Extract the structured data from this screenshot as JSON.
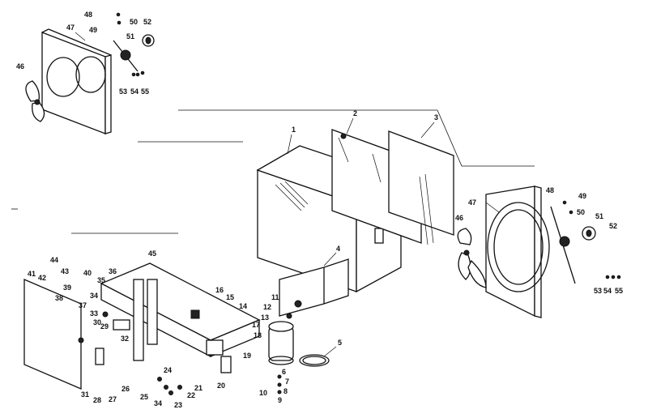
{
  "diagram": {
    "part_labels": [
      {
        "id": "p1",
        "text": "1"
      },
      {
        "id": "p2",
        "text": "2"
      },
      {
        "id": "p3",
        "text": "3"
      },
      {
        "id": "p4",
        "text": "4"
      },
      {
        "id": "p5",
        "text": "5"
      },
      {
        "id": "p6",
        "text": "6"
      },
      {
        "id": "p7",
        "text": "7"
      },
      {
        "id": "p8",
        "text": "8"
      },
      {
        "id": "p9",
        "text": "9"
      },
      {
        "id": "p10",
        "text": "10"
      },
      {
        "id": "p11",
        "text": "11"
      },
      {
        "id": "p12",
        "text": "12"
      },
      {
        "id": "p13",
        "text": "13"
      },
      {
        "id": "p14",
        "text": "14"
      },
      {
        "id": "p15",
        "text": "15"
      },
      {
        "id": "p16",
        "text": "16"
      },
      {
        "id": "p17",
        "text": "17"
      },
      {
        "id": "p18",
        "text": "18"
      },
      {
        "id": "p19",
        "text": "19"
      },
      {
        "id": "p20",
        "text": "20"
      },
      {
        "id": "p21",
        "text": "21"
      },
      {
        "id": "p22",
        "text": "22"
      },
      {
        "id": "p23",
        "text": "23"
      },
      {
        "id": "p24",
        "text": "24"
      },
      {
        "id": "p25",
        "text": "25"
      },
      {
        "id": "p26",
        "text": "26"
      },
      {
        "id": "p27",
        "text": "27"
      },
      {
        "id": "p28",
        "text": "28"
      },
      {
        "id": "p29",
        "text": "29"
      },
      {
        "id": "p30",
        "text": "30"
      },
      {
        "id": "p31",
        "text": "31"
      },
      {
        "id": "p32",
        "text": "32"
      },
      {
        "id": "p33",
        "text": "33"
      },
      {
        "id": "p34a",
        "text": "34"
      },
      {
        "id": "p34b",
        "text": "34"
      },
      {
        "id": "p35",
        "text": "35"
      },
      {
        "id": "p36",
        "text": "36"
      },
      {
        "id": "p37",
        "text": "37"
      },
      {
        "id": "p38",
        "text": "38"
      },
      {
        "id": "p39",
        "text": "39"
      },
      {
        "id": "p40",
        "text": "40"
      },
      {
        "id": "p41",
        "text": "41"
      },
      {
        "id": "p42",
        "text": "42"
      },
      {
        "id": "p43",
        "text": "43"
      },
      {
        "id": "p44",
        "text": "44"
      },
      {
        "id": "p45",
        "text": "45"
      },
      {
        "id": "p46a",
        "text": "46"
      },
      {
        "id": "p46b",
        "text": "46"
      },
      {
        "id": "p47a",
        "text": "47"
      },
      {
        "id": "p47b",
        "text": "47"
      },
      {
        "id": "p48a",
        "text": "48"
      },
      {
        "id": "p48b",
        "text": "48"
      },
      {
        "id": "p49a",
        "text": "49"
      },
      {
        "id": "p49b",
        "text": "49"
      },
      {
        "id": "p50a",
        "text": "50"
      },
      {
        "id": "p50b",
        "text": "50"
      },
      {
        "id": "p51a",
        "text": "51"
      },
      {
        "id": "p51b",
        "text": "51"
      },
      {
        "id": "p52a",
        "text": "52"
      },
      {
        "id": "p52b",
        "text": "52"
      },
      {
        "id": "p53a",
        "text": "53"
      },
      {
        "id": "p53b",
        "text": "53"
      },
      {
        "id": "p54a",
        "text": "54"
      },
      {
        "id": "p54b",
        "text": "54"
      },
      {
        "id": "p55a",
        "text": "55"
      },
      {
        "id": "p55b",
        "text": "55"
      }
    ]
  }
}
